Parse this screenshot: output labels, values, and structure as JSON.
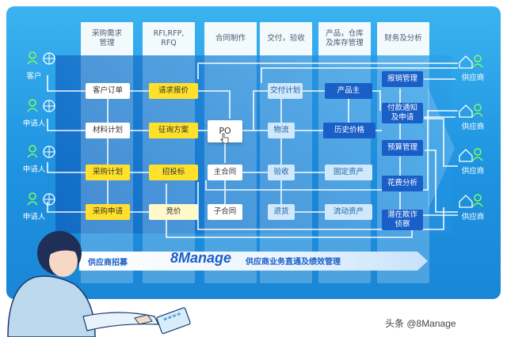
{
  "lanes": [
    {
      "label": "采购需求\n管理"
    },
    {
      "label": "RFI,RFP,\nRFQ"
    },
    {
      "label": "合同制作"
    },
    {
      "label": "交付，验收"
    },
    {
      "label": "产品，仓库\n及库存管理"
    },
    {
      "label": "财务及分析"
    }
  ],
  "left_actors": [
    "客户",
    "申请人",
    "申请人",
    "申请人"
  ],
  "right_actors": [
    "供应商",
    "供应商",
    "供应商",
    "供应商"
  ],
  "nodes": {
    "customer_order": "客户订单",
    "material_plan": "材料计划",
    "purchase_plan": "采购计划",
    "purchase_request": "采购申请",
    "supplier_recruit": "供应商招募",
    "request_quote": "请求报价",
    "inquiry_plan": "征询方案",
    "tender": "招投标",
    "auction": "竞价",
    "po": "PO",
    "main_contract": "主合同",
    "sub_contract": "子合同",
    "delivery_plan": "交付计划",
    "logistics": "物流",
    "acceptance": "验收",
    "return_goods": "退货",
    "product_owner": "产品主",
    "history_price": "历史价格",
    "fixed_assets": "固定资产",
    "current_assets": "流动资产",
    "expense_mgmt": "报销管理",
    "payment_notice": "付款通知\n及申请",
    "budget_mgmt": "预算管理",
    "cost_analysis": "花费分析",
    "fraud_risk": "潜在欺诈\n侦察"
  },
  "bottom": {
    "logo": "8Manage",
    "slogan": "供应商业务直通及绩效管理"
  },
  "watermark": "头条 @8Manage",
  "colors": {
    "panel": "#1e93e0",
    "yellow": "#ffe02a",
    "dark_blue": "#1a5fc7",
    "light_blue": "#cfe8fb"
  }
}
